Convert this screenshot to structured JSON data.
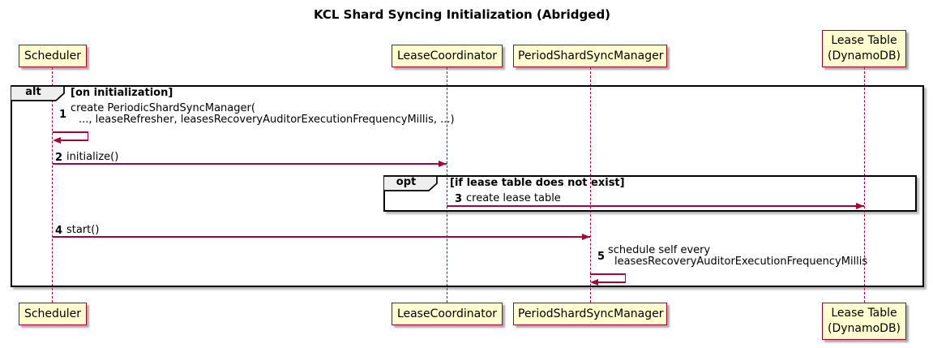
{
  "title": "KCL Shard Syncing Initialization (Abridged)",
  "colors": {
    "accent": "#A80036",
    "participant_fill": "#FEFECE",
    "frame_label_fill": "#EEEEEE",
    "frame_border": "#000000"
  },
  "participants": [
    {
      "label": "Scheduler"
    },
    {
      "label": "LeaseCoordinator"
    },
    {
      "label": "PeriodShardSyncManager"
    },
    {
      "label": "Lease Table",
      "label2": "(DynamoDB)"
    }
  ],
  "frames": {
    "alt": {
      "keyword": "alt",
      "condition": "[on initialization]"
    },
    "opt": {
      "keyword": "opt",
      "condition": "[if lease table does not exist]"
    }
  },
  "messages": [
    {
      "num": "1",
      "line1": "create PeriodicShardSyncManager(",
      "line2": "..., leaseRefresher, leasesRecoveryAuditorExecutionFrequencyMillis, ...)"
    },
    {
      "num": "2",
      "text": "initialize()"
    },
    {
      "num": "3",
      "text": "create lease table"
    },
    {
      "num": "4",
      "text": "start()"
    },
    {
      "num": "5",
      "line1": "schedule self every",
      "line2": "leasesRecoveryAuditorExecutionFrequencyMillis"
    }
  ]
}
